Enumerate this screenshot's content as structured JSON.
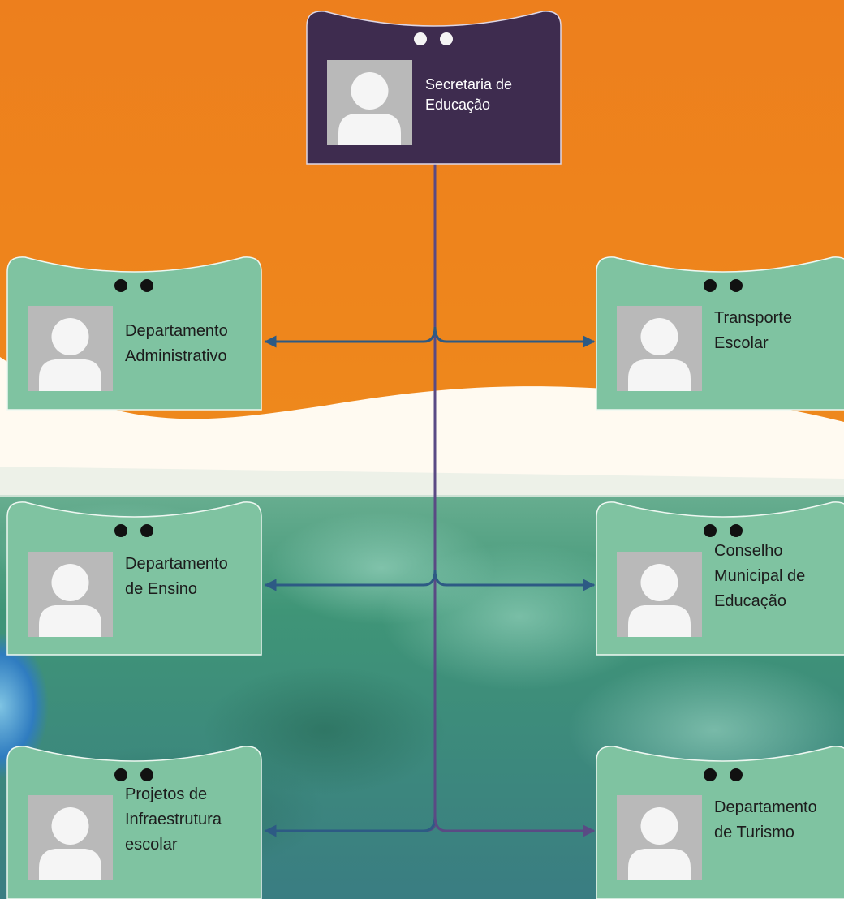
{
  "diagram": {
    "type": "org-chart",
    "root": {
      "id": "secretaria",
      "label_lines": [
        "Secretaria de",
        "Educação"
      ]
    },
    "children": [
      {
        "id": "administrativo",
        "side": "left",
        "level": 1,
        "label_lines": [
          "Departamento",
          "Administrativo"
        ]
      },
      {
        "id": "transporte",
        "side": "right",
        "level": 1,
        "label_lines": [
          "Transporte",
          "Escolar"
        ]
      },
      {
        "id": "ensino",
        "side": "left",
        "level": 2,
        "label_lines": [
          "Departamento",
          "de Ensino"
        ]
      },
      {
        "id": "conselho",
        "side": "right",
        "level": 2,
        "label_lines": [
          "Conselho",
          "Municipal de",
          "Educação"
        ]
      },
      {
        "id": "infraestrutura",
        "side": "left",
        "level": 3,
        "label_lines": [
          "Projetos de",
          "Infraestrutura",
          "escolar"
        ]
      },
      {
        "id": "turismo",
        "side": "right",
        "level": 3,
        "label_lines": [
          "Departamento",
          "de Turismo"
        ]
      }
    ]
  },
  "colors": {
    "root_card": "#3e2c4f",
    "child_card": "#7fc3a1",
    "connector": "#2d5a84",
    "connector_alt": "#5a4a84",
    "background_top": "#ee8a1c",
    "background_bottom": "#3f9a7c",
    "avatar": "#b9b9b9"
  },
  "icons": {
    "avatar": "person-silhouette-icon",
    "header_dots": "two-dots-icon"
  }
}
